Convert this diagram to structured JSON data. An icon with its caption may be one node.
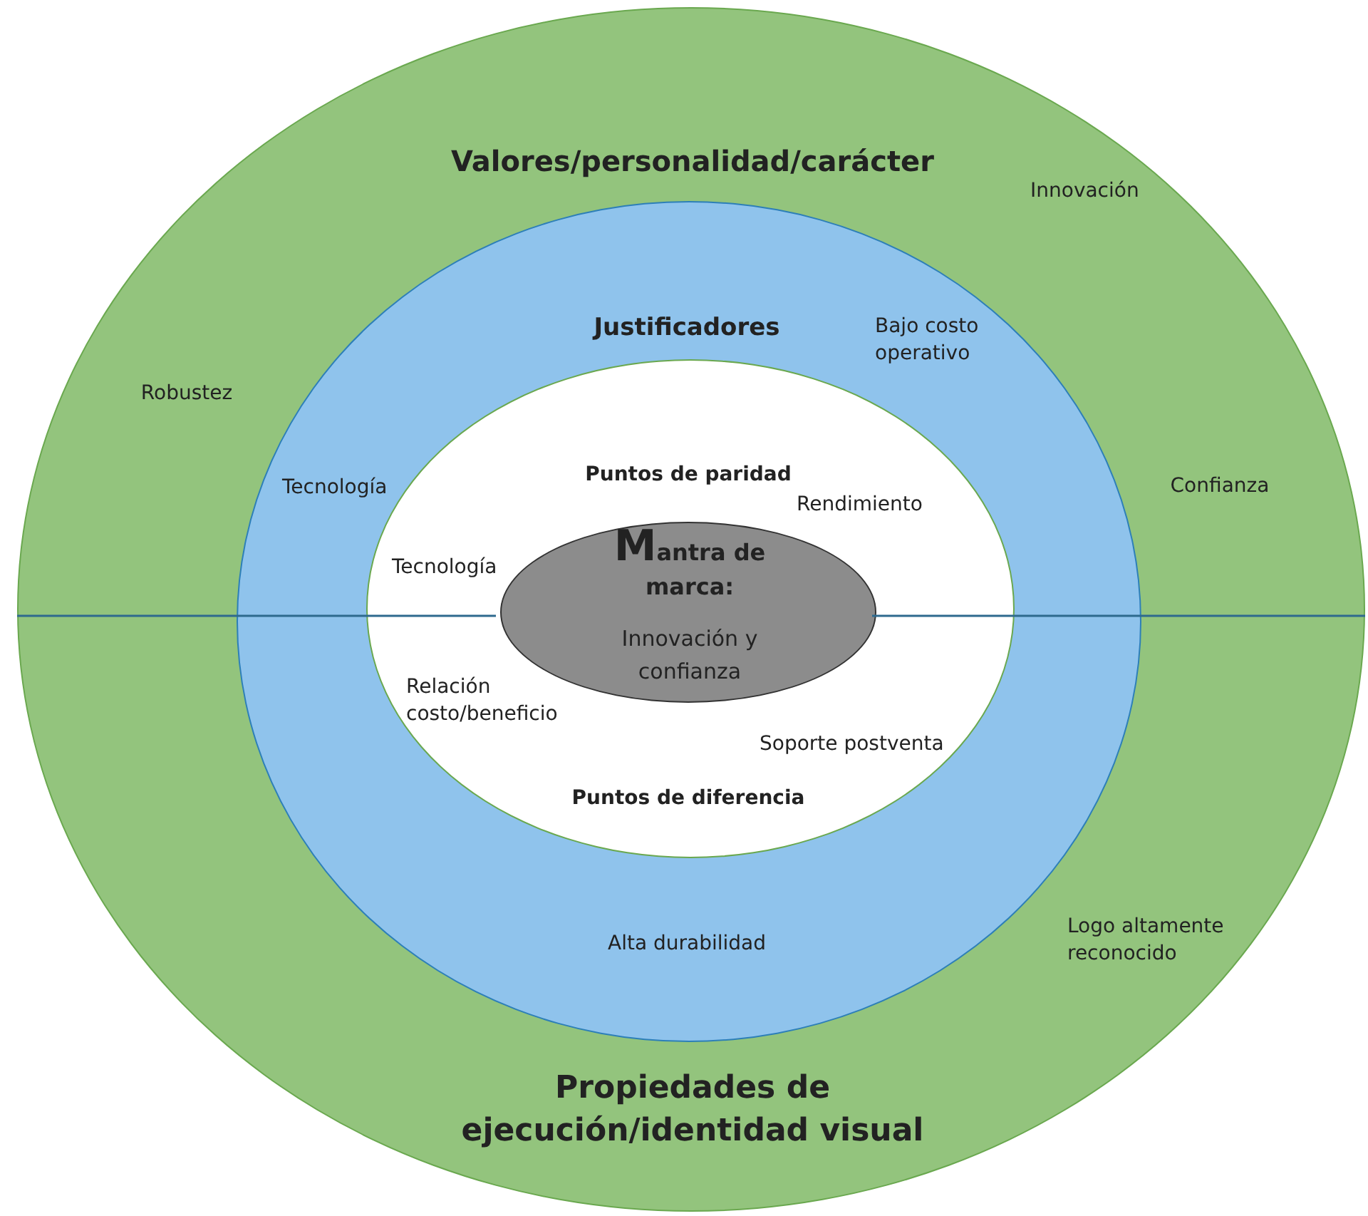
{
  "diagram": {
    "nodes": [
      {
        "text": [
          "Valores/personalidad/carácter",
          "Robustez",
          "Innovación",
          "Confianza",
          "Logo altamente reconocido",
          "Propiedades de ejecución/identidad visual"
        ]
      },
      {
        "text": [
          "Justificadores",
          "Tecnología",
          "Bajo costo operativo",
          "Alta durabilidad"
        ],
        "in": 0
      },
      {
        "text": [
          "Puntos de paridad",
          "Tecnología",
          "Rendimiento",
          "Relación costo/beneficio",
          "Soporte postventa",
          "Puntos de diferencia"
        ],
        "in": 1
      },
      {
        "text": [
          "Mantra de marca:",
          "Innovación y confianza"
        ],
        "in": 2
      }
    ]
  }
}
